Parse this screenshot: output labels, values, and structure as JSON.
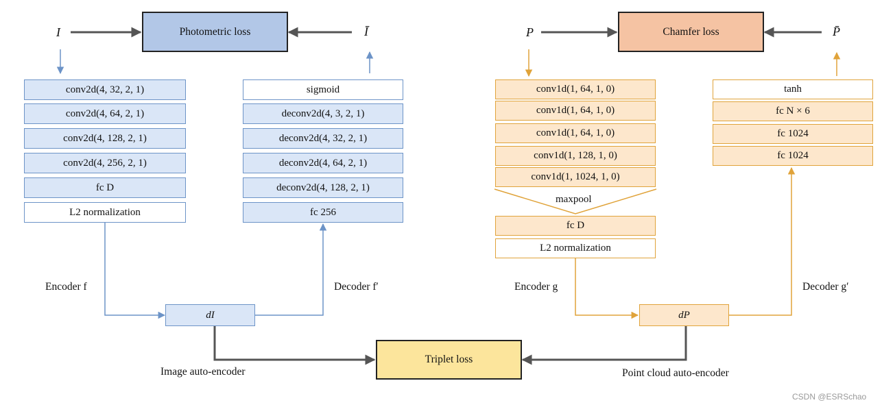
{
  "colors": {
    "image_branch": "#6c93c7",
    "image_fill": "#dae6f7",
    "pointcloud_branch": "#e0a33a",
    "pointcloud_fill": "#fde7cc",
    "photometric_loss_fill": "#b2c7e7",
    "chamfer_loss_fill": "#f5c3a3",
    "triplet_loss_fill": "#fce59c",
    "loss_arrows": "#555555"
  },
  "image_branch": {
    "input_symbol": "I",
    "output_symbol": "Ī",
    "loss_label": "Photometric loss",
    "encoder_layers": [
      "conv2d(4, 32, 2, 1)",
      "conv2d(4, 64, 2, 1)",
      "conv2d(4, 128, 2, 1)",
      "conv2d(4, 256, 2, 1)",
      "fc D",
      "L2 normalization"
    ],
    "decoder_layers": [
      "sigmoid",
      "deconv2d(4, 3, 2, 1)",
      "deconv2d(4, 32, 2, 1)",
      "deconv2d(4, 64, 2, 1)",
      "deconv2d(4, 128, 2, 1)",
      "fc 256"
    ],
    "encoder_label": "Encoder f",
    "decoder_label": "Decoder f′",
    "descriptor_label": "dI",
    "branch_label": "Image auto-encoder"
  },
  "pointcloud_branch": {
    "input_symbol": "P",
    "output_symbol": "P̄",
    "loss_label": "Chamfer loss",
    "encoder_layers": [
      "conv1d(1, 64, 1, 0)",
      "conv1d(1, 64, 1, 0)",
      "conv1d(1, 64, 1, 0)",
      "conv1d(1, 128, 1, 0)",
      "conv1d(1, 1024, 1, 0)"
    ],
    "pool_label": "maxpool",
    "encoder_tail_layers": [
      "fc D",
      "L2 normalization"
    ],
    "decoder_layers": [
      "tanh",
      "fc N × 6",
      "fc 1024",
      "fc 1024"
    ],
    "encoder_label": "Encoder g",
    "decoder_label": "Decoder g′",
    "descriptor_label": "dP",
    "branch_label": "Point cloud auto-encoder"
  },
  "triplet_loss_label": "Triplet loss",
  "watermark": "CSDN @ESRSchao"
}
